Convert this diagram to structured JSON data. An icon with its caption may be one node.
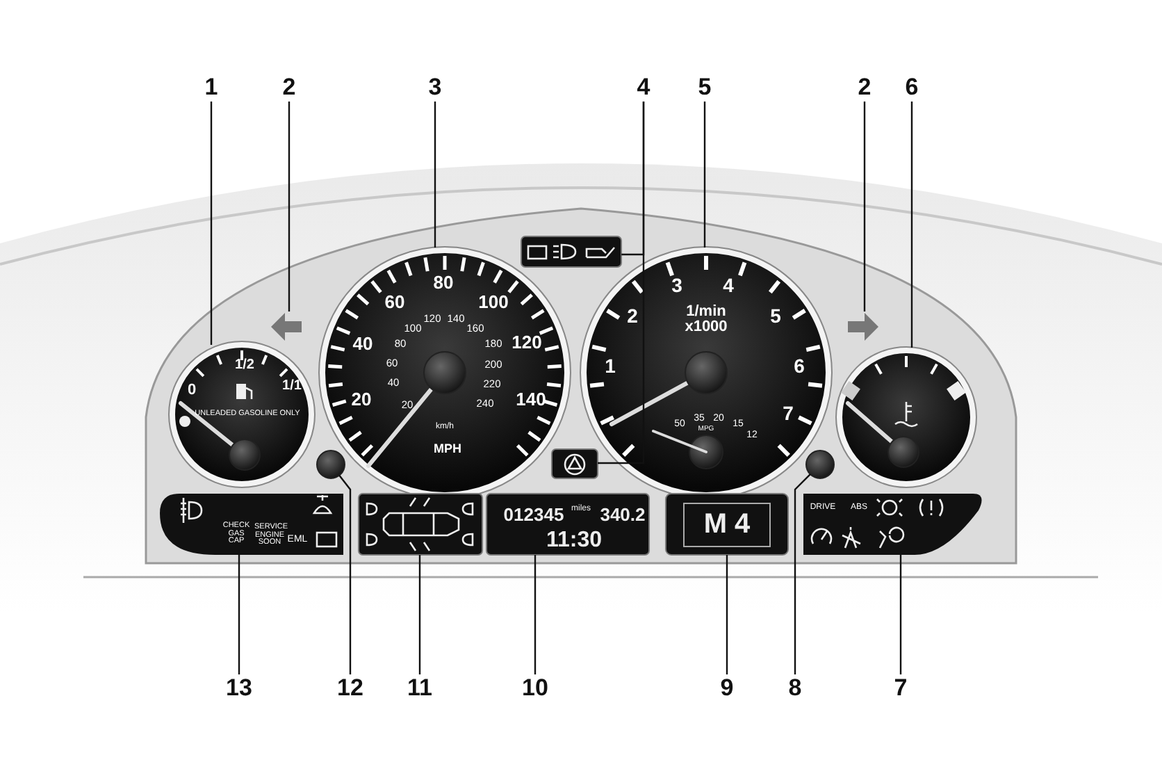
{
  "diagram": {
    "nodes": [
      {
        "text": [
          "1"
        ]
      },
      {
        "text": [
          "2"
        ]
      },
      {
        "text": [
          "3"
        ]
      },
      {
        "text": [
          "4"
        ]
      },
      {
        "text": [
          "5"
        ]
      },
      {
        "text": [
          "2"
        ]
      },
      {
        "text": [
          "6"
        ]
      },
      {
        "text": [
          "13"
        ]
      },
      {
        "text": [
          "12"
        ]
      },
      {
        "text": [
          "11"
        ]
      },
      {
        "text": [
          "10"
        ]
      },
      {
        "text": [
          "9"
        ]
      },
      {
        "text": [
          "8"
        ]
      },
      {
        "text": [
          "7"
        ]
      },
      {
        "text": [
          "0",
          "1/2",
          "1/1",
          "UNLEADED GASOLINE ONLY"
        ]
      },
      {
        "text": [],
        "shape": "picture"
      },
      {
        "text": [
          "20",
          "40",
          "60",
          "80",
          "100",
          "120",
          "140",
          "20",
          "40",
          "60",
          "80",
          "100",
          "120",
          "140",
          "160",
          "180",
          "200",
          "220",
          "240",
          "km/h",
          "MPH"
        ]
      },
      {
        "text": [],
        "shape": "box"
      },
      {
        "text": [],
        "shape": "box"
      },
      {
        "text": [
          "1",
          "2",
          "3",
          "4",
          "5",
          "6",
          "7",
          "1/min x1000",
          "50",
          "35",
          "20",
          "15",
          "12",
          "MPG"
        ]
      },
      {
        "text": [],
        "shape": "picture"
      },
      {
        "text": [],
        "shape": "picture"
      },
      {
        "text": [
          "CHECK GAS CAP",
          "SERVICE ENGINE SOON",
          "EML"
        ]
      },
      {
        "text": [],
        "shape": "circle"
      },
      {
        "text": [],
        "shape": "box"
      },
      {
        "text": [
          "012345",
          "miles",
          "340.2",
          "11:30"
        ]
      },
      {
        "text": [
          "M 4"
        ]
      },
      {
        "text": [],
        "shape": "circle"
      },
      {
        "text": [
          "DRIVE",
          "ABS"
        ]
      }
    ],
    "edges": [
      {
        "from": 0,
        "to": 14,
        "arrow": "none"
      },
      {
        "from": 1,
        "to": 15,
        "arrow": "none"
      },
      {
        "from": 2,
        "to": 16,
        "arrow": "none"
      },
      {
        "from": 3,
        "to": 17,
        "arrow": "none"
      },
      {
        "from": 3,
        "to": 18,
        "arrow": "none"
      },
      {
        "from": 4,
        "to": 19,
        "arrow": "none"
      },
      {
        "from": 5,
        "to": 20,
        "arrow": "none"
      },
      {
        "from": 6,
        "to": 21,
        "arrow": "none"
      },
      {
        "from": 7,
        "to": 22,
        "arrow": "none"
      },
      {
        "from": 8,
        "to": 23,
        "arrow": "none"
      },
      {
        "from": 9,
        "to": 24,
        "arrow": "none"
      },
      {
        "from": 10,
        "to": 25,
        "arrow": "none"
      },
      {
        "from": 11,
        "to": 26,
        "arrow": "none"
      },
      {
        "from": 12,
        "to": 27,
        "arrow": "none"
      },
      {
        "from": 13,
        "to": 28,
        "arrow": "none"
      }
    ]
  }
}
